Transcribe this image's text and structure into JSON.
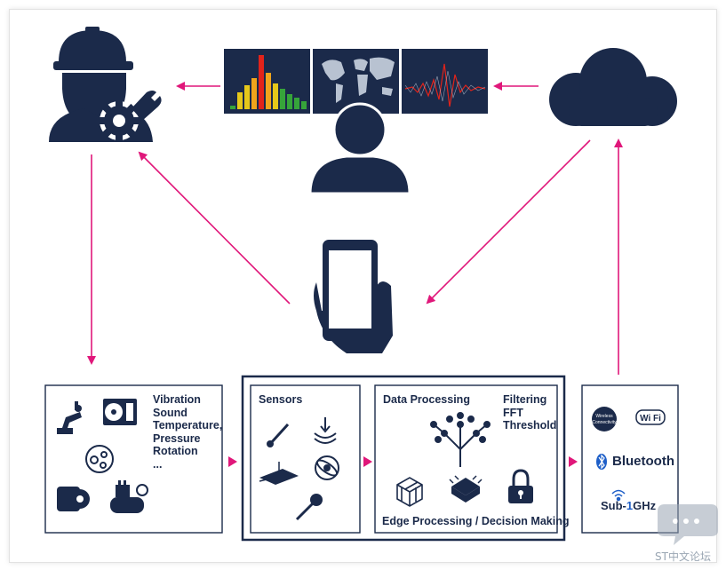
{
  "monitoring_box": {
    "lines": [
      "Vibration",
      "Sound",
      "Temperature,",
      "Pressure",
      "Rotation",
      "..."
    ]
  },
  "sensors_box": {
    "title": "Sensors"
  },
  "processing_box": {
    "title": "Data Processing",
    "filter_lines": [
      "Filtering",
      "FFT",
      "Threshold"
    ],
    "footer": "Edge Processing / Decision Making"
  },
  "connectivity_box": {
    "wireless_badge": [
      "Wireless",
      "Connectivity"
    ],
    "wifi": "Wi Fi",
    "bluetooth": "Bluetooth",
    "subghz_prefix": "Sub-",
    "subghz_accent": "1",
    "subghz_suffix": "GHz"
  },
  "colors": {
    "navy": "#1b2a4a",
    "arrow": "#e0177a",
    "bar_palette": [
      "#36a43a",
      "#e6c81a",
      "#f0a41c",
      "#e2231a"
    ]
  },
  "watermark": {
    "text": "ST中文论坛"
  }
}
